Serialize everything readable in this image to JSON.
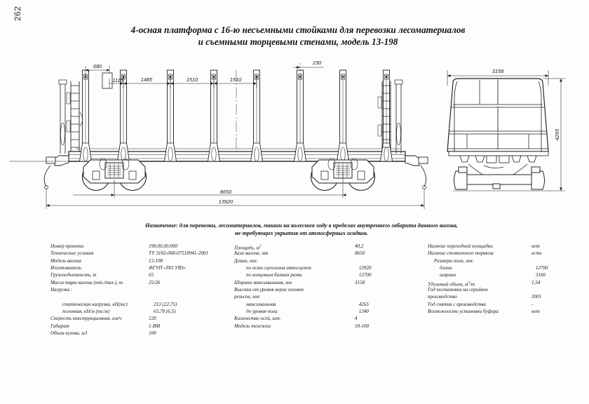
{
  "page": {
    "folio": "262"
  },
  "title": {
    "line1": "4-осная платформа с 16-ю несъемными стойками для перевозки лесоматериалов",
    "line2": "и съемными торцевыми стенами, модель 13-198"
  },
  "purpose": {
    "line1": "Назначение: для перевозки, лесоматериалов, машин на колесном ходу в пределах внутреннего габарита данного вагона,",
    "line2": "не требующих укрытия от атмосферных осадков."
  },
  "drawing": {
    "side_view_dimensions": [
      {
        "label": "680",
        "meaning": "stake-group-offset"
      },
      {
        "label": "1115",
        "meaning": "stake-spacing-1"
      },
      {
        "label": "1485",
        "meaning": "stake-spacing-2"
      },
      {
        "label": "1510",
        "meaning": "stake-spacing-3"
      },
      {
        "label": "1510",
        "meaning": "stake-spacing-4"
      },
      {
        "label": "230",
        "meaning": "centre-offset"
      },
      {
        "label": "8650",
        "meaning": "bogie-centres"
      },
      {
        "label": "13920",
        "meaning": "length-over-couplers"
      }
    ],
    "end_view_dimensions": [
      {
        "label": "3158",
        "meaning": "max-width"
      },
      {
        "label": "4265",
        "meaning": "max-height-above-rail"
      }
    ]
  },
  "specs": {
    "column1": [
      {
        "label": "Номер проекта",
        "value": "198.00.00.000",
        "indent": 0
      },
      {
        "label": "Технические условия",
        "value": "ТУ 3182-068-07518941-2001",
        "indent": 0
      },
      {
        "label": "Модель вагона",
        "value": "13-198",
        "indent": 0
      },
      {
        "label": "Изготовитель",
        "value": "ФГУП «ПО УВЗ»",
        "indent": 0
      },
      {
        "label": "Грузоподъемность, т",
        "value": "65",
        "indent": 0
      },
      {
        "label": "Масса тары вагона (min./max.), т.",
        "value": "25/26",
        "indent": 0
      },
      {
        "label": "Нагрузка :",
        "value": "",
        "indent": 0
      },
      {
        "label": "статическая нагрузка, кН(тс)",
        "value": "213 (22,75)",
        "indent": 1
      },
      {
        "label": "погонная, кН/м (тс/м)",
        "value": "63,78 (6,5)",
        "indent": 1
      },
      {
        "label": "Скорость конструкционная, км/ч",
        "value": "120",
        "indent": 0
      },
      {
        "label": "Габарит",
        "value": "1-ВМ",
        "indent": 0
      },
      {
        "label": "Объем кузова, м3",
        "value": "100",
        "indent": 0
      }
    ],
    "column2": [
      {
        "label": "Площадь, м²",
        "value": "40,2",
        "indent": 0
      },
      {
        "label": "База вагона, мм",
        "value": "8650",
        "indent": 0
      },
      {
        "label": "Длина, мм:",
        "value": "",
        "indent": 0
      },
      {
        "label": "по осям сцепления автосцепок",
        "value": "13920",
        "indent": 1
      },
      {
        "label": "по концевым балкам рамы",
        "value": "12700",
        "indent": 1
      },
      {
        "label": "Ширина максимальная, мм",
        "value": "3158",
        "indent": 0
      },
      {
        "label": "Высота от уровня верха головок",
        "value": "",
        "indent": 0
      },
      {
        "label": "рельсов, мм:",
        "value": "",
        "indent": 0
      },
      {
        "label": "максимальная",
        "value": "4265",
        "indent": 1
      },
      {
        "label": "до уровня пола",
        "value": "1240",
        "indent": 1
      },
      {
        "label": "Количество осей, шт.",
        "value": "4",
        "indent": 0
      },
      {
        "label": "Модель тележки",
        "value": "18-100",
        "indent": 0
      }
    ],
    "column3": [
      {
        "label": "Наличие переходной площадки",
        "value": "нет",
        "indent": 0
      },
      {
        "label": "Наличие стояночного тормоза",
        "value": "есть",
        "indent": 0
      },
      {
        "label": "Размеры пола, мм:",
        "value": "",
        "indent": 2
      },
      {
        "label": "длина",
        "value": "12700",
        "indent": 1
      },
      {
        "label": "ширина",
        "value": "3166",
        "indent": 1
      },
      {
        "label": "Удельный объем, м³/т",
        "value": "1,54",
        "indent": 0
      },
      {
        "label": "Год постановки на серийное",
        "value": "",
        "indent": 0
      },
      {
        "label": "производство",
        "value": "2001",
        "indent": 0
      },
      {
        "label": "Год снятия с производства",
        "value": "-",
        "indent": 0
      },
      {
        "label": "Возможность установки буфера",
        "value": "нет",
        "indent": 0
      }
    ]
  }
}
